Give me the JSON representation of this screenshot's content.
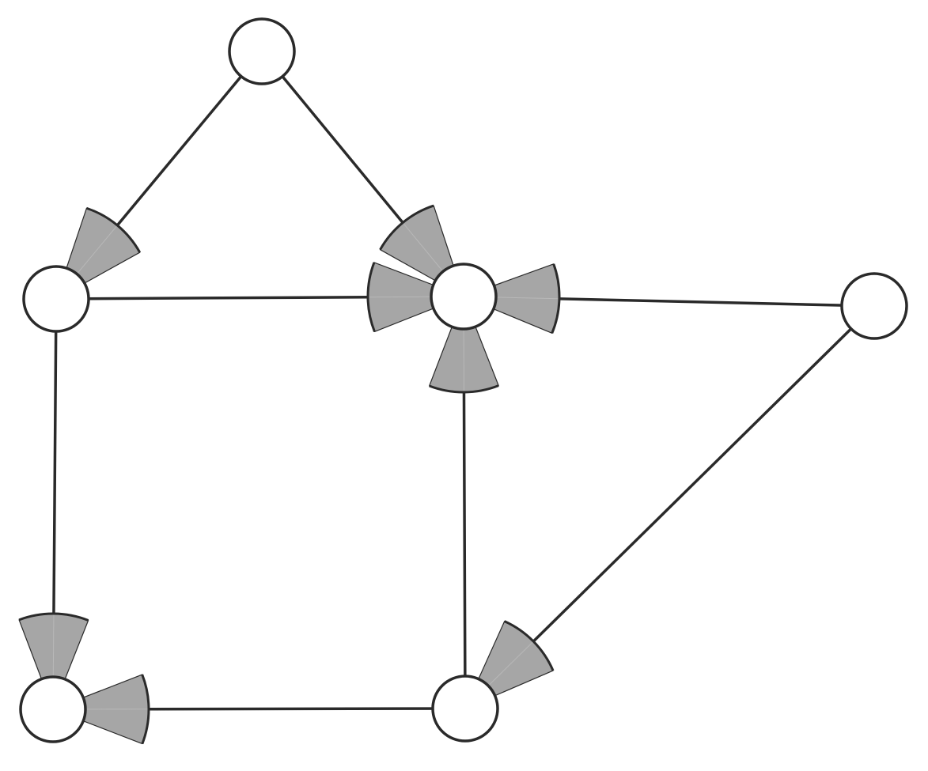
{
  "colors": {
    "background": "#ffffff",
    "stroke": "#2a2a2a",
    "wedge_fill": "#a6a6a6"
  },
  "nodes": [
    {
      "id": "n1",
      "label": ""
    },
    {
      "id": "n2",
      "label": ""
    },
    {
      "id": "n3",
      "label": ""
    },
    {
      "id": "n4",
      "label": ""
    },
    {
      "id": "n5",
      "label": ""
    },
    {
      "id": "n6",
      "label": ""
    },
    {
      "id": "n7",
      "label": ""
    }
  ],
  "edges": [
    {
      "from": "n1",
      "to": "n2",
      "directed": true
    },
    {
      "from": "n1",
      "to": "n3",
      "directed": true
    },
    {
      "from": "n2",
      "to": "n3",
      "directed": true
    },
    {
      "from": "n4",
      "to": "n3",
      "directed": true
    },
    {
      "from": "n6",
      "to": "n3",
      "directed": true
    },
    {
      "from": "n2",
      "to": "n5",
      "directed": true
    },
    {
      "from": "n6",
      "to": "n5",
      "directed": true
    },
    {
      "from": "n4",
      "to": "n7",
      "directed": true
    }
  ]
}
